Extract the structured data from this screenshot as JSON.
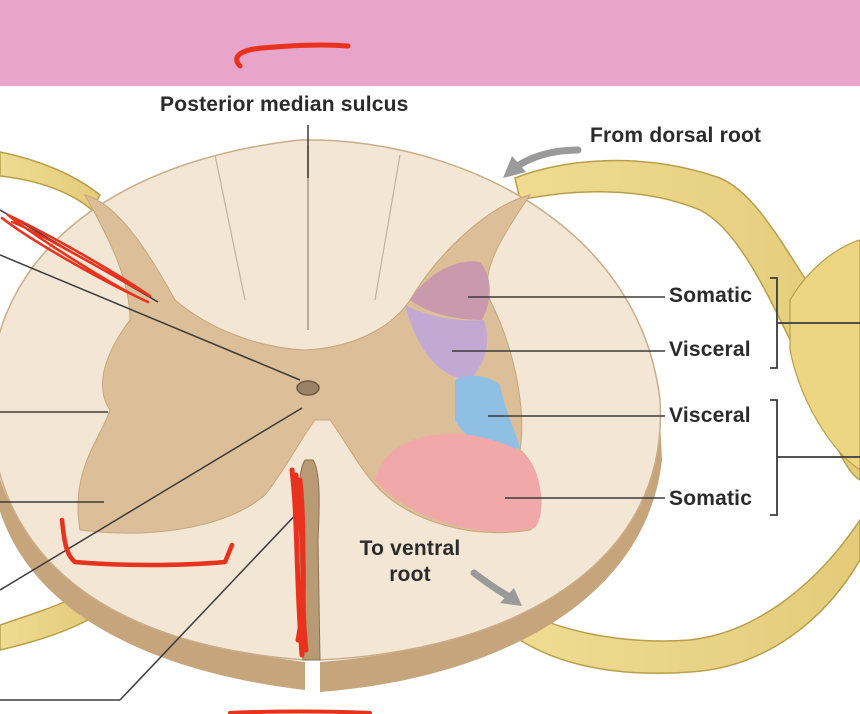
{
  "labels": {
    "posterior_median_sulcus": "Posterior median sulcus",
    "from_dorsal_root": "From dorsal root",
    "somatic_upper": "Somatic",
    "visceral_upper": "Visceral",
    "visceral_lower": "Visceral",
    "somatic_lower": "Somatic",
    "to_ventral_root_line1": "To ventral",
    "to_ventral_root_line2": "root"
  },
  "colors": {
    "banner": "#e8a5c9",
    "white_matter": "#f3e6d4",
    "gray_matter": "#dcbf98",
    "cord_edge": "#b89a74",
    "nerve_root": "#efdc92",
    "somatic_sensory": "#c99aae",
    "visceral_sensory": "#c2a9d4",
    "visceral_motor": "#8fc0e3",
    "somatic_motor": "#f0a8a8",
    "annotation_ink": "#e8321e",
    "arrow": "#9a9a9a"
  }
}
